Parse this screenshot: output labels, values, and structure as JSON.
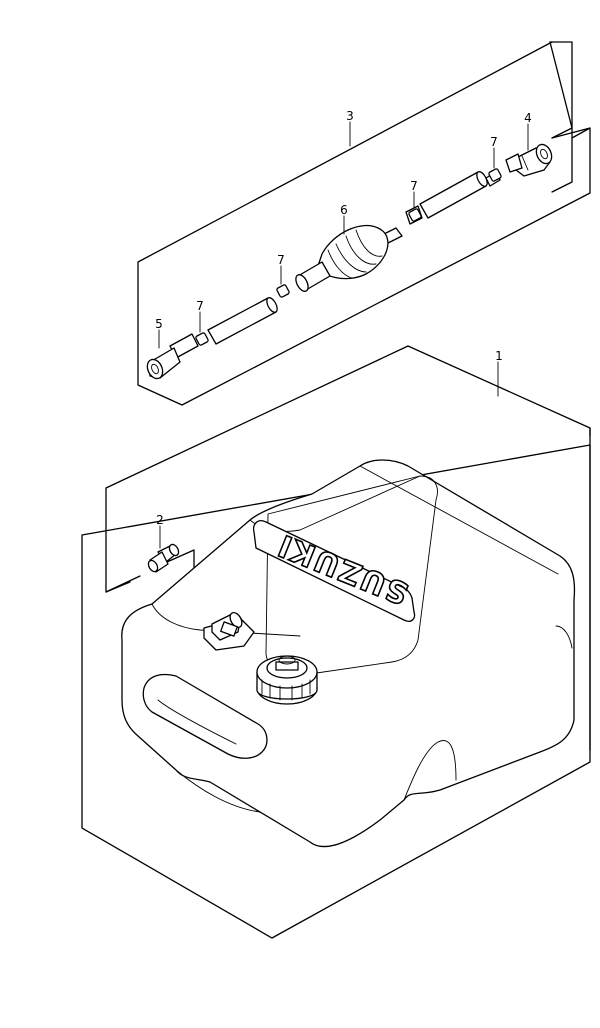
{
  "diagram": {
    "brand": "SUZUKI",
    "callouts": {
      "c1": "1",
      "c2": "2",
      "c3": "3",
      "c4": "4",
      "c5": "5",
      "c6": "6",
      "c7a": "7",
      "c7b": "7",
      "c7c": "7",
      "c7d": "7"
    }
  }
}
